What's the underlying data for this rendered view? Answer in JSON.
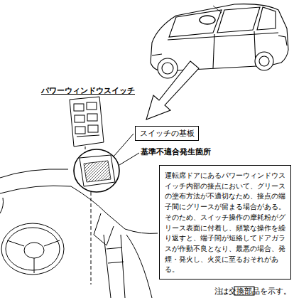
{
  "diagram": {
    "nodes": [
      {
        "text": [
          "スイッチの基板"
        ]
      },
      {
        "text": [
          "運転席ドアにあるパワーウィンドウスイッチ内部の接点において、グリースの塗布方法が不適切なため、接点の端子間にグリースが留まる場合がある。そのため、スイッチ操作の摩耗粉がグリース表面に付着し、頻繁な操作を繰り返すと、端子間が短絡してドアガラスが作動不良となり、最悪の場合、発煙・発火し、火災に至るおそれがある。"
        ]
      }
    ],
    "labels": [
      "パワーウィンドウスイッチ",
      "基準不適合発生箇所",
      "注：",
      "は交換部品を示す。"
    ]
  }
}
